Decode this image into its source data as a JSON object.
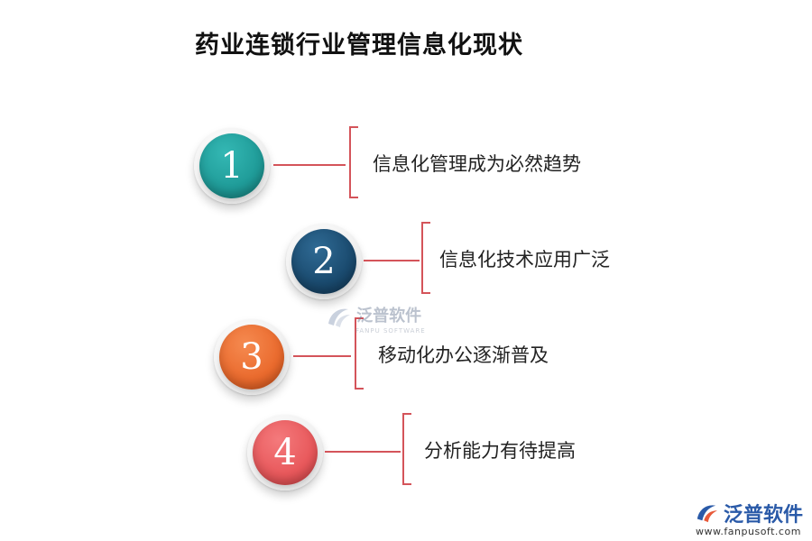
{
  "title": "药业连锁行业管理信息化现状",
  "items": [
    {
      "number": "1",
      "label": "信息化管理成为必然趋势",
      "color": "#1f9b98"
    },
    {
      "number": "2",
      "label": "信息化技术应用广泛",
      "color": "#1a4a6e"
    },
    {
      "number": "3",
      "label": "移动化办公逐渐普及",
      "color": "#ea6a2d"
    },
    {
      "number": "4",
      "label": "分析能力有待提高",
      "color": "#e8585b"
    }
  ],
  "watermark_center": {
    "text": "泛普软件",
    "sub": "FANPU SOFTWARE"
  },
  "watermark_corner": {
    "text": "泛普软件",
    "url": "www.fanpusoft.com"
  },
  "accent_color": "#d4545a"
}
